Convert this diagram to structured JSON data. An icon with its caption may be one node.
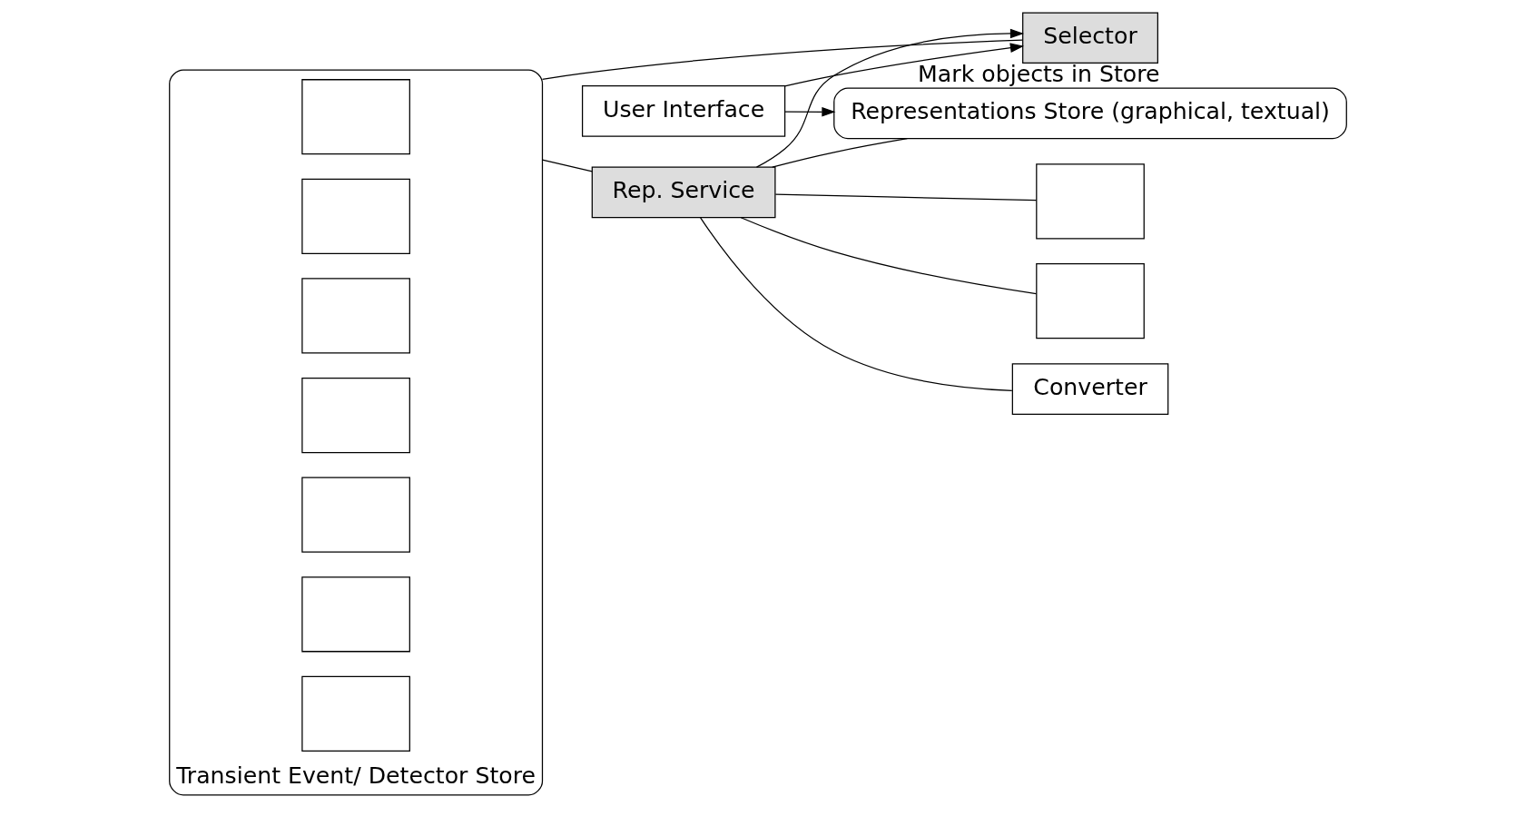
{
  "diagram": {
    "nodes": [
      {
        "text": [
          "Transient Event/ Detector Store"
        ]
      },
      {
        "text": [],
        "shape": "box",
        "in": 0
      },
      {
        "text": [],
        "shape": "box",
        "in": 0
      },
      {
        "text": [],
        "shape": "box",
        "in": 0
      },
      {
        "text": [],
        "shape": "box",
        "in": 0
      },
      {
        "text": [],
        "shape": "box",
        "in": 0
      },
      {
        "text": [],
        "shape": "box",
        "in": 0
      },
      {
        "text": [],
        "shape": "box",
        "in": 0
      },
      {
        "text": [
          "Rep. Service"
        ]
      },
      {
        "text": [],
        "shape": "box"
      },
      {
        "text": [],
        "shape": "box"
      },
      {
        "text": [
          "Converter"
        ]
      },
      {
        "text": [
          "Representations Store (graphical, textual)"
        ]
      },
      {
        "text": [
          "Selector"
        ],
        "beside": [
          "Mark objects in Store"
        ]
      },
      {
        "text": [
          "User Interface"
        ]
      }
    ],
    "edges": [
      {
        "from": 0,
        "to": 8,
        "arrow": "none"
      },
      {
        "from": 8,
        "to": 12,
        "arrow": "none"
      },
      {
        "from": 0,
        "to": 13,
        "arrow": "none"
      },
      {
        "from": 8,
        "to": 9,
        "arrow": "none"
      },
      {
        "from": 8,
        "to": 10,
        "arrow": "none"
      },
      {
        "from": 8,
        "to": 11,
        "arrow": "none"
      },
      {
        "from": 8,
        "to": 13,
        "arrow": "to"
      },
      {
        "from": 14,
        "to": 13,
        "arrow": "to"
      },
      {
        "from": 14,
        "to": 12,
        "arrow": "to"
      }
    ]
  }
}
